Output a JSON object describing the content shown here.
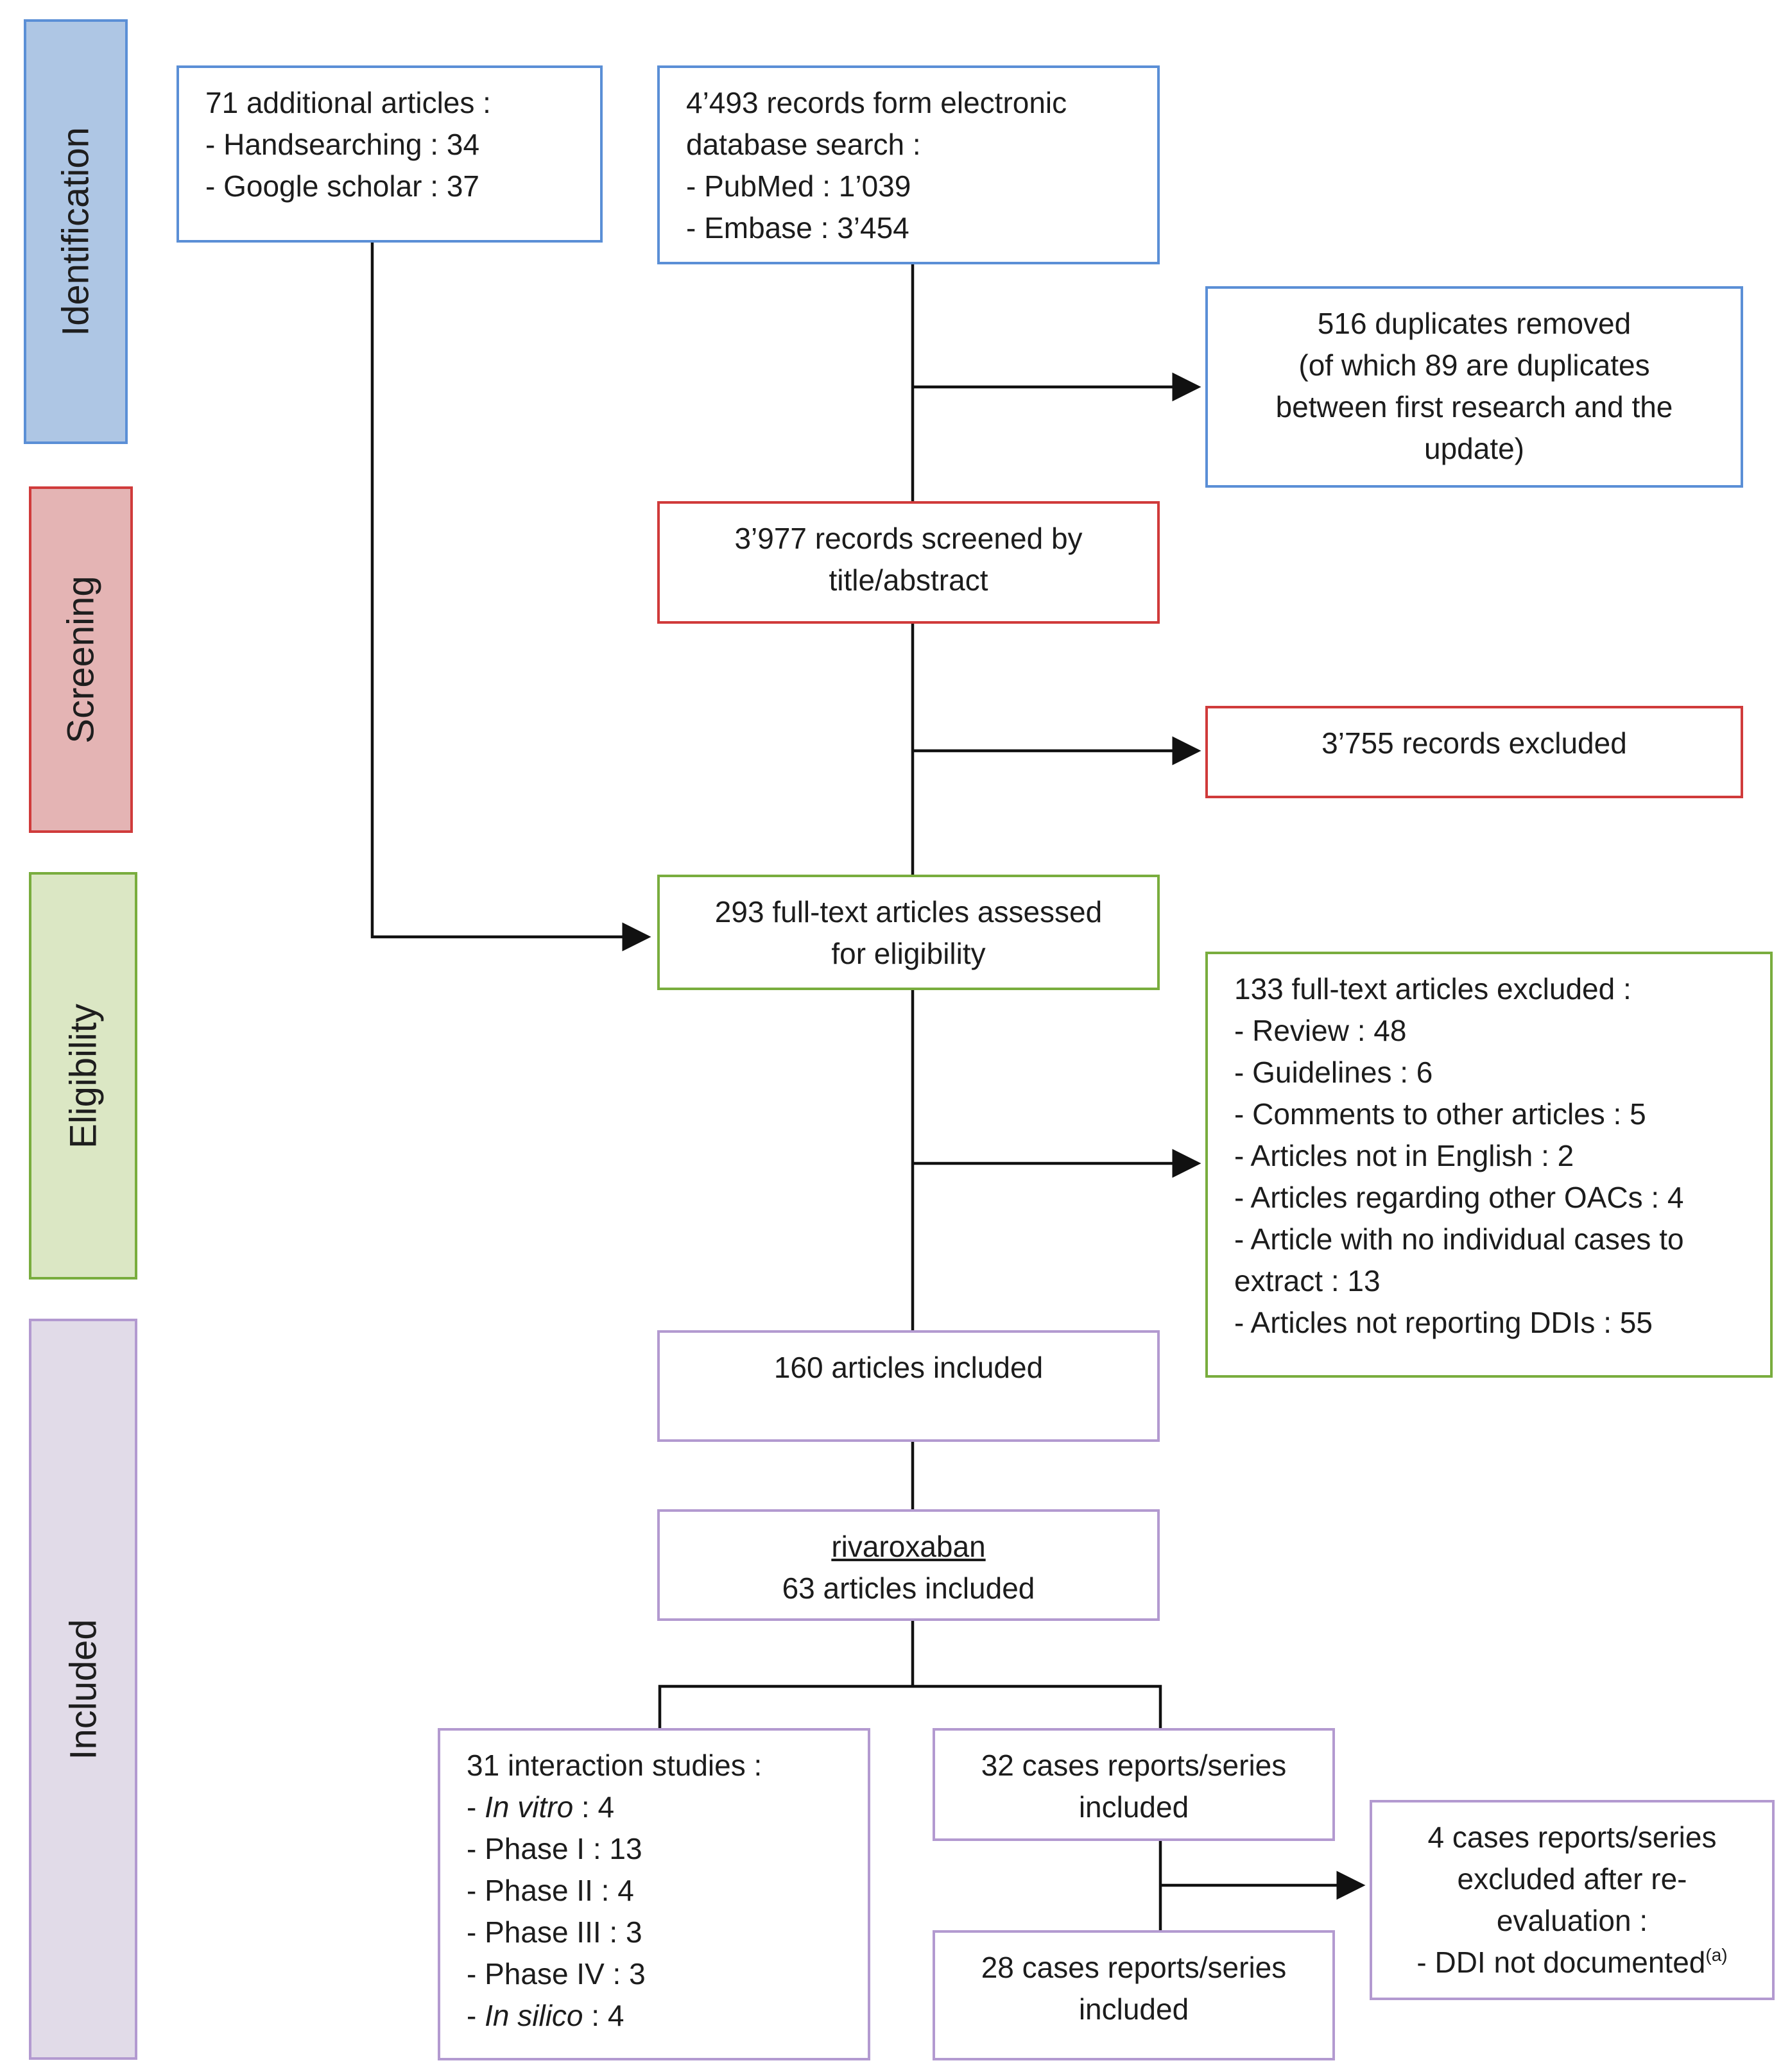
{
  "colors": {
    "identification_fill": "#aec6e4",
    "identification_border": "#5b8fd6",
    "screening_fill": "#e4b4b4",
    "screening_border": "#d03b3b",
    "eligibility_fill": "#dbe7c4",
    "eligibility_border": "#79ad3e",
    "included_fill": "#e1dbe8",
    "included_border": "#b39ad0",
    "connector": "#111111"
  },
  "phases": {
    "identification": "Identification",
    "screening": "Screening",
    "eligibility": "Eligibility",
    "included": "Included"
  },
  "boxes": {
    "additional": {
      "line1": "71 additional articles :",
      "line2": "-  Handsearching : 34",
      "line3": "-  Google scholar : 37"
    },
    "database": {
      "line1": "4’493 records form electronic",
      "line2": "database search :",
      "line3": "-  PubMed : 1’039",
      "line4": "-  Embase : 3’454"
    },
    "duplicates": {
      "line1": "516 duplicates removed",
      "line2": "(of which 89 are duplicates",
      "line3": "between first research and the",
      "line4": "update)"
    },
    "screened": {
      "line1": "3’977 records screened by",
      "line2": "title/abstract"
    },
    "excluded_records": {
      "line1": "3’755 records excluded"
    },
    "fulltext": {
      "line1": "293 full-text articles assessed",
      "line2": "for eligibility"
    },
    "fulltext_excluded": {
      "line1": "133 full-text articles excluded :",
      "line2": "- Review : 48",
      "line3": "- Guidelines : 6",
      "line4": "- Comments to other articles : 5",
      "line5": "- Articles not in English : 2",
      "line6": "- Articles regarding other OACs : 4",
      "line7": "- Article with no individual cases to",
      "line8": "extract : 13",
      "line9": "- Articles not reporting DDIs : 55"
    },
    "included160": {
      "line1": "160 articles included"
    },
    "rivaroxaban": {
      "line1": "rivaroxaban",
      "line2": "63 articles included"
    },
    "interaction": {
      "line1": "31 interaction studies :",
      "line2_prefix": "- ",
      "line2_italic": "In vitro",
      "line2_rest": " : 4",
      "line3": "- Phase I : 13",
      "line4": "- Phase II : 4",
      "line5": "- Phase III : 3",
      "line6": "- Phase IV : 3",
      "line7_prefix": "- ",
      "line7_italic": "In silico",
      "line7_rest": " : 4"
    },
    "cases32": {
      "line1": "32 cases reports/series",
      "line2": "included"
    },
    "cases28": {
      "line1": "28 cases reports/series",
      "line2": "included"
    },
    "cases_excluded": {
      "line1": "4 cases reports/series",
      "line2": "excluded after re-",
      "line3": "evaluation :",
      "line4": "- DDI not documented",
      "line4_sup": "(a)"
    }
  }
}
